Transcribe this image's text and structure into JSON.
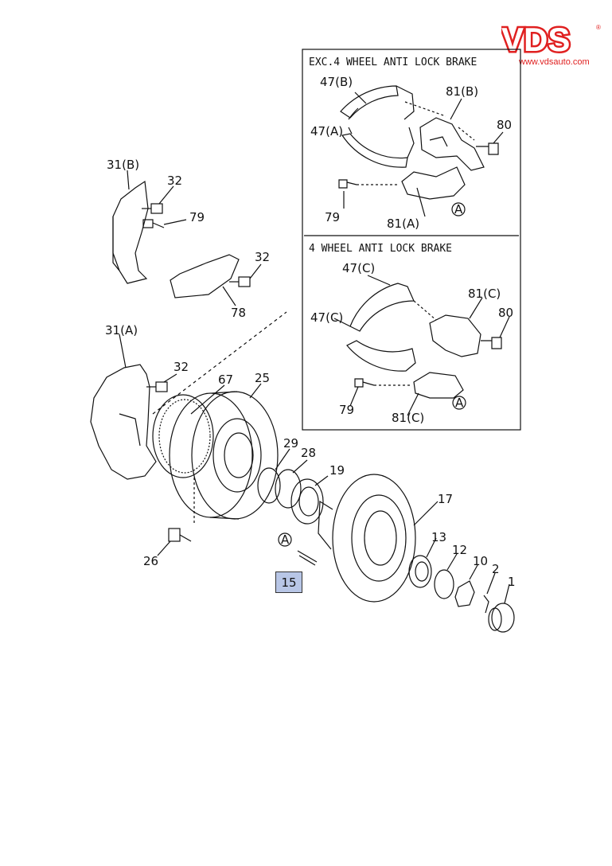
{
  "logo": {
    "text": "VDS",
    "url": "www.vdsauto.com",
    "reg": "®",
    "color": "#e02020"
  },
  "inset": {
    "section1_title": "EXC.4 WHEEL ANTI LOCK BRAKE",
    "section2_title": "4 WHEEL ANTI LOCK BRAKE"
  },
  "highlight": {
    "label": "15",
    "fill": "#b8c6e6"
  },
  "callouts": {
    "c47b": "47(B)",
    "c81b": "81(B)",
    "c47a": "47(A)",
    "c80a": "80",
    "c79a": "79",
    "c81a": "81(A)",
    "c47c1": "47(C)",
    "c81c1": "81(C)",
    "c47c2": "47(C)",
    "c80b": "80",
    "c79b": "79",
    "c81c2": "81(C)",
    "c31b": "31(B)",
    "c32a": "32",
    "c79c": "79",
    "c32b": "32",
    "c78": "78",
    "c31a": "31(A)",
    "c32c": "32",
    "c67": "67",
    "c25": "25",
    "c29": "29",
    "c28": "28",
    "c19": "19",
    "c17": "17",
    "c26": "26",
    "c13": "13",
    "c12": "12",
    "c10": "10",
    "c2": "2",
    "c1": "1"
  },
  "circle_refs": {
    "ref_a": "A"
  }
}
